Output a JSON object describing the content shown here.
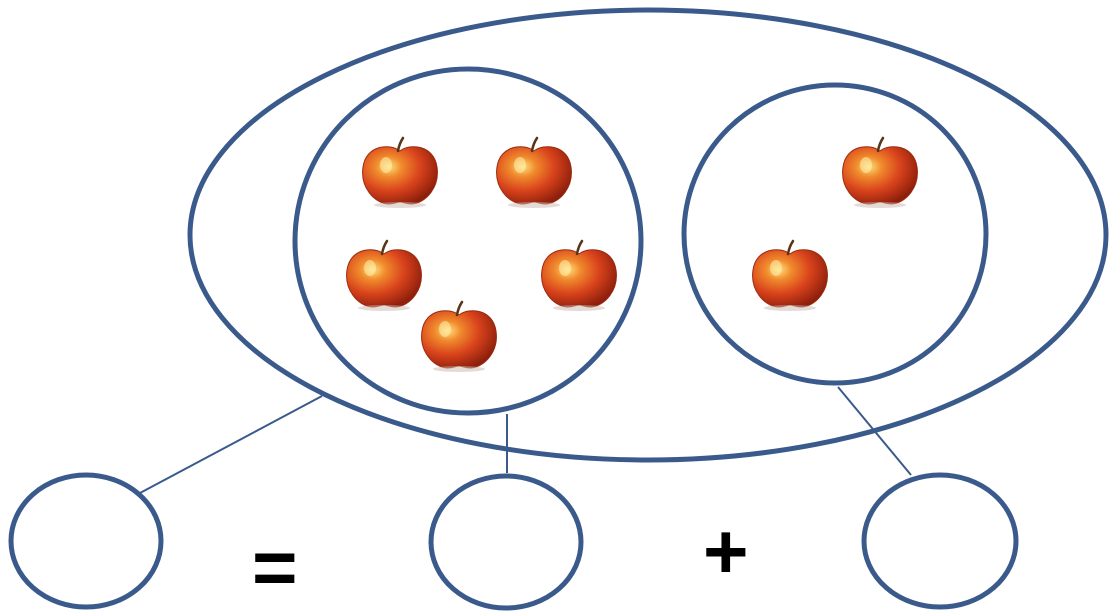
{
  "diagram": {
    "stroke_color": "#3a5a8c",
    "apple_color": "#d9431c",
    "equals_symbol": "=",
    "plus_symbol": "+",
    "whole_count": 7,
    "left_part_count": 5,
    "right_part_count": 2,
    "icons": {
      "apple": "apple-icon",
      "empty_answer": "empty-answer-circle"
    }
  }
}
